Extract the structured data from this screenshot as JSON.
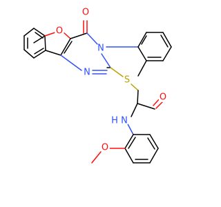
{
  "atoms": {
    "furan_o": "O",
    "carbonyl_o": "O",
    "ring_n_top": "N",
    "ring_n_bottom": "N",
    "sulfur": "S",
    "amide_o": "O",
    "amide_n": "N",
    "amide_h": "H",
    "methoxy_o": "O"
  },
  "colors": {
    "carbon": "#000000",
    "oxygen": "#ff0d0d",
    "nitrogen": "#3050f8",
    "sulfur": "#b8a200"
  }
}
